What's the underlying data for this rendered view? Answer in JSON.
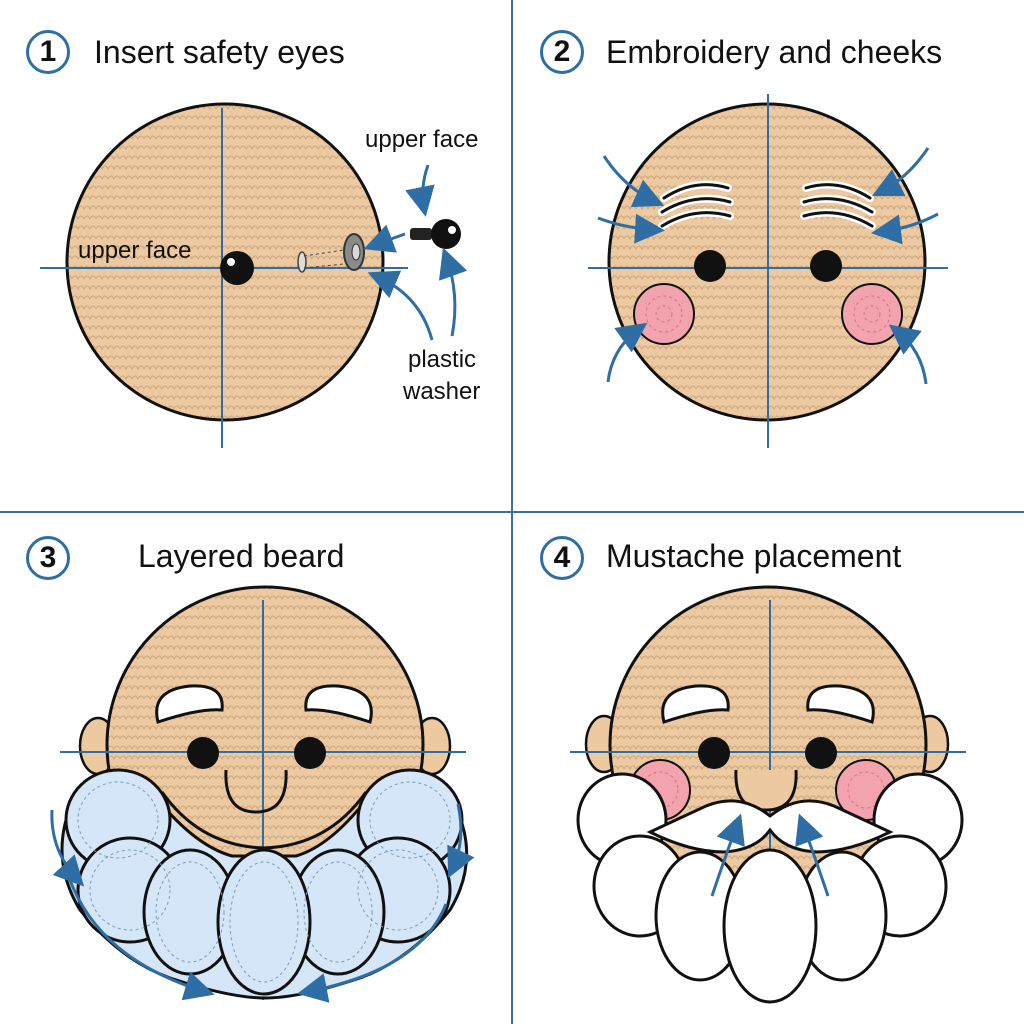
{
  "steps": [
    {
      "number": "1",
      "title": "Insert safety eyes"
    },
    {
      "number": "2",
      "title": "Embroidery and cheeks"
    },
    {
      "number": "3",
      "title": "Layered beard"
    },
    {
      "number": "4",
      "title": "Mustache placement"
    }
  ],
  "panel1": {
    "label_upper_face_left": "upper face",
    "label_upper_face_right": "upper face",
    "label_plastic": "plastic",
    "label_washer": "washer"
  },
  "colors": {
    "skin": "#ecc9a0",
    "outline": "#111111",
    "guide": "#2f6ea4",
    "arrow": "#2f6ea4",
    "cheek": "#f2a3ad",
    "beard_blue": "#d4e6f7",
    "beard_white": "#ffffff"
  },
  "icons": [
    "safety-eye-icon",
    "plastic-washer-icon",
    "arrow-icon"
  ]
}
